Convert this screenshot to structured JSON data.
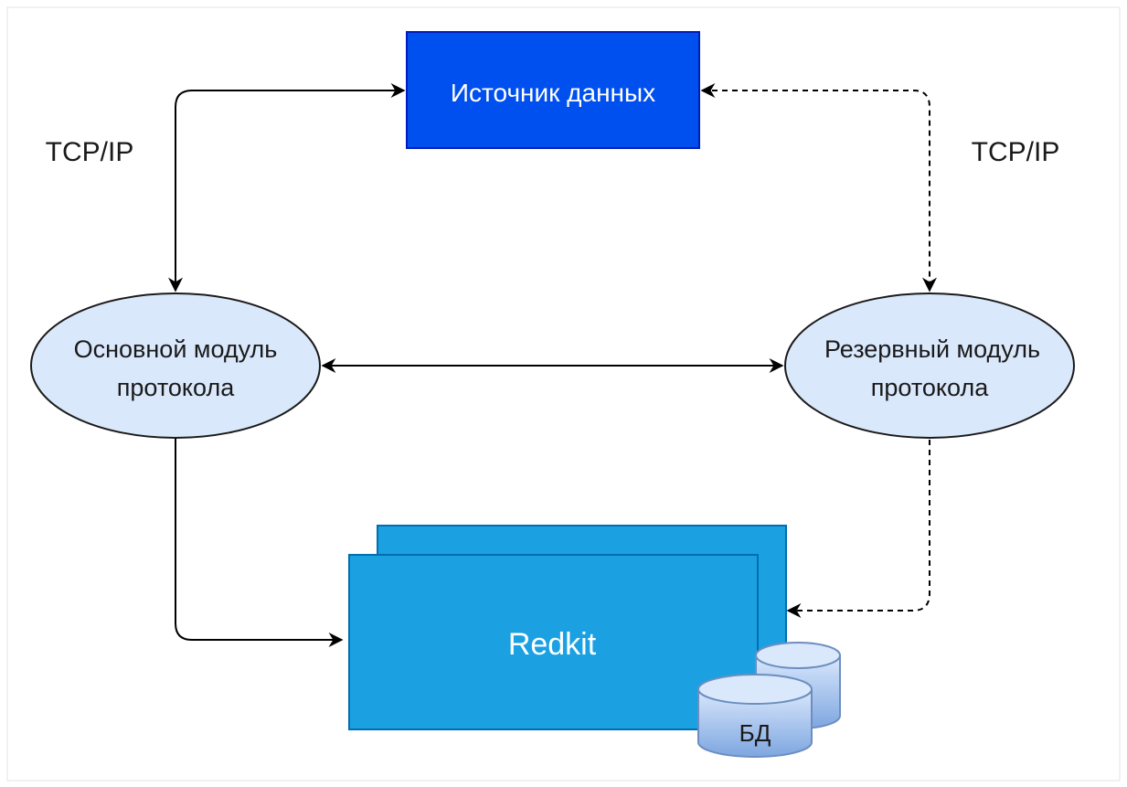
{
  "diagram": {
    "source_node": {
      "label": "Источник данных"
    },
    "primary_module": {
      "label_line1": "Основной модуль",
      "label_line2": "протокола"
    },
    "reserve_module": {
      "label_line1": "Резервный модуль",
      "label_line2": "протокола"
    },
    "redkit": {
      "label": "Redkit"
    },
    "database": {
      "label": "БД"
    },
    "left_link_label": "TCP/IP",
    "right_link_label": "TCP/IP"
  },
  "colors": {
    "source_fill": "#0050EF",
    "source_stroke": "#001DBC",
    "module_fill": "#DAE8FC",
    "module_stroke": "#1A1A1A",
    "redkit_fill": "#1BA1E2",
    "redkit_stroke": "#006EAF",
    "db_fill_top": "#DAE8FC",
    "db_fill_bottom": "#7EA6E0",
    "db_stroke": "#6C8EBF",
    "edge": "#000000"
  }
}
